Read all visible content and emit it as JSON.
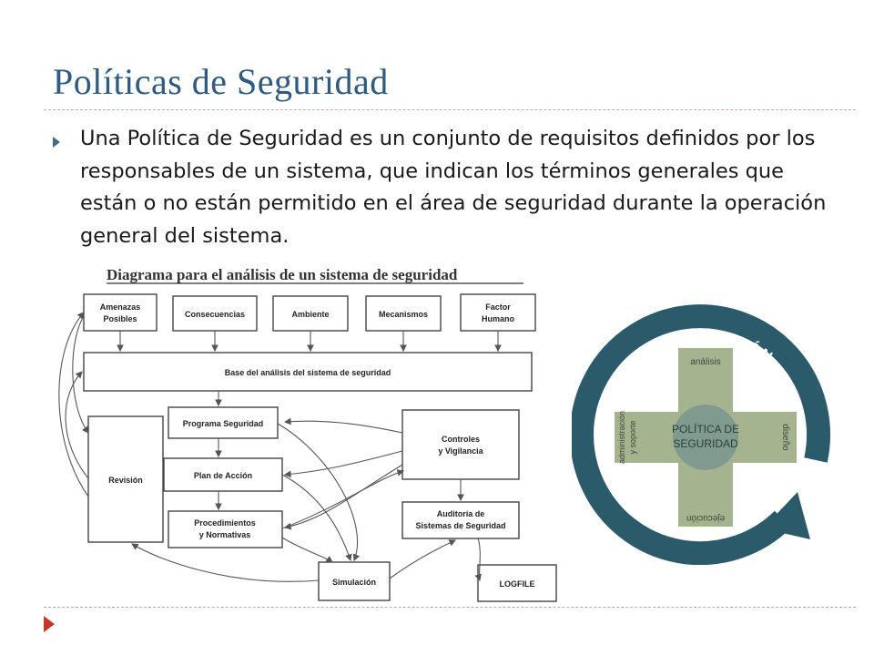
{
  "slide": {
    "title": "Políticas de Seguridad",
    "body": "Una Política de Seguridad es un conjunto de requisitos definidos por los responsables de un sistema, que indican los términos generales que están o no están permitido en el área de seguridad durante la operación general del sistema."
  },
  "diagram": {
    "title": "Diagrama para el análisis de un sistema de seguridad",
    "top_boxes": [
      {
        "line1": "Amenazas",
        "line2": "Posibles"
      },
      {
        "line1": "Consecuencias",
        "line2": ""
      },
      {
        "line1": "Ambiente",
        "line2": ""
      },
      {
        "line1": "Mecanismos",
        "line2": ""
      },
      {
        "line1": "Factor",
        "line2": "Humano"
      }
    ],
    "base": "Base del análisis del sistema de seguridad",
    "revision": "Revisión",
    "programa": "Programa  Seguridad",
    "plan": "Plan de Acción",
    "procedimientos_1": "Procedimientos",
    "procedimientos_2": "y Normativas",
    "controles_1": "Controles",
    "controles_2": "y Vigilancia",
    "auditoria_1": "Auditoría de",
    "auditoria_2": "Sistemas de Seguridad",
    "simulacion": "Simulación",
    "logfile": "LOGFILE"
  },
  "education": {
    "ring": "EDUCACIÓN",
    "center_1": "POLÍTICA DE",
    "center_2": "SEGURIDAD",
    "top": "análisis",
    "right": "diseño",
    "bottom": "ejecución",
    "left_1": "administración",
    "left_2": "y soporte",
    "colors": {
      "ring": "#2b5b6b",
      "cross": "#a6b38f",
      "center": "#7f9a8f"
    }
  }
}
